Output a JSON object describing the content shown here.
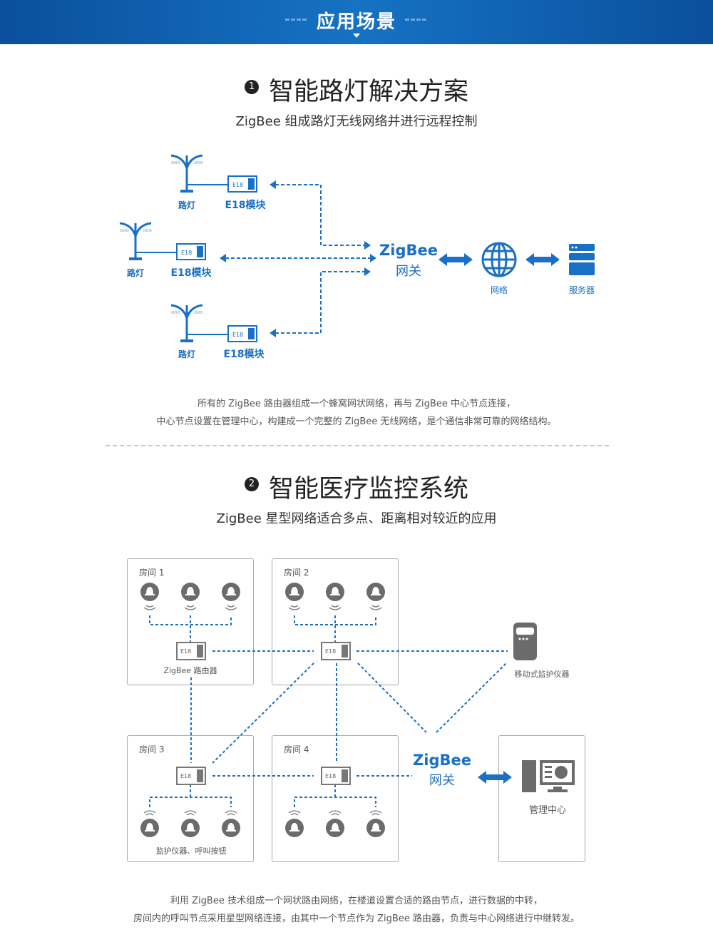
{
  "header": {
    "title": "应用场景"
  },
  "section1": {
    "number": "1",
    "title": "智能路灯解决方案",
    "subtitle": "ZigBee 组成路灯无线网络并进行远程控制",
    "diagram": {
      "lamp_label": "路灯",
      "module_label": "E18模块",
      "chip_label": "E18",
      "gateway_line1": "ZigBee",
      "gateway_line2": "网关",
      "network_label": "网络",
      "server_label": "服务器"
    },
    "description": [
      "所有的 ZigBee 路由器组成一个蜂窝网状网络，再与 ZigBee 中心节点连接，",
      "中心节点设置在管理中心，构建成一个完整的 ZigBee 无线网络，是个通信非常可靠的网络结构。"
    ]
  },
  "section2": {
    "number": "2",
    "title": "智能医疗监控系统",
    "subtitle": "ZigBee 星型网络适合多点、距离相对较近的应用",
    "diagram": {
      "rooms": [
        "房间 1",
        "房间 2",
        "房间 3",
        "房间 4"
      ],
      "chip_label": "E18",
      "router_label": "ZigBee 路由器",
      "devices_label": "监护仪器、呼叫按钮",
      "mobile_label": "移动式监护仪器",
      "gateway_line1": "ZigBee",
      "gateway_line2": "网关",
      "center_label": "管理中心"
    },
    "description": [
      "利用 ZigBee 技术组成一个网状路由网络，在楼道设置合适的路由节点，进行数据的中转，",
      "房间内的呼叫节点采用星型网络连接，由其中一个节点作为 ZigBee 路由器，负责与中心网络进行中继转发。"
    ]
  },
  "colors": {
    "header": "#0a4f9c",
    "accent": "#1a6fc6",
    "icon_gray": "#6b6b6b"
  }
}
